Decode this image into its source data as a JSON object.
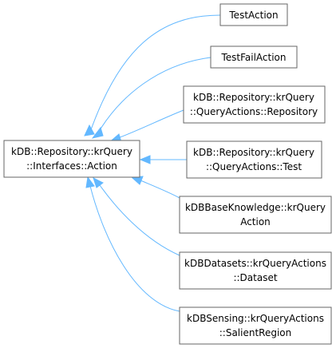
{
  "diagram": {
    "edge_color": "#63b8ff",
    "base_class": {
      "line1": "kDB::Repository::krQuery",
      "line2": "::Interfaces::Action"
    },
    "derived_classes": [
      {
        "line1": "TestAction"
      },
      {
        "line1": "TestFailAction"
      },
      {
        "line1": "kDB::Repository::krQuery",
        "line2": "::QueryActions::Repository"
      },
      {
        "line1": "kDB::Repository::krQuery",
        "line2": "::QueryActions::Test"
      },
      {
        "line1": "kDBBaseKnowledge::krQuery",
        "line2": "Action"
      },
      {
        "line1": "kDBDatasets::krQueryActions",
        "line2": "::Dataset"
      },
      {
        "line1": "kDBSensing::krQueryActions",
        "line2": "::SalientRegion"
      }
    ]
  }
}
